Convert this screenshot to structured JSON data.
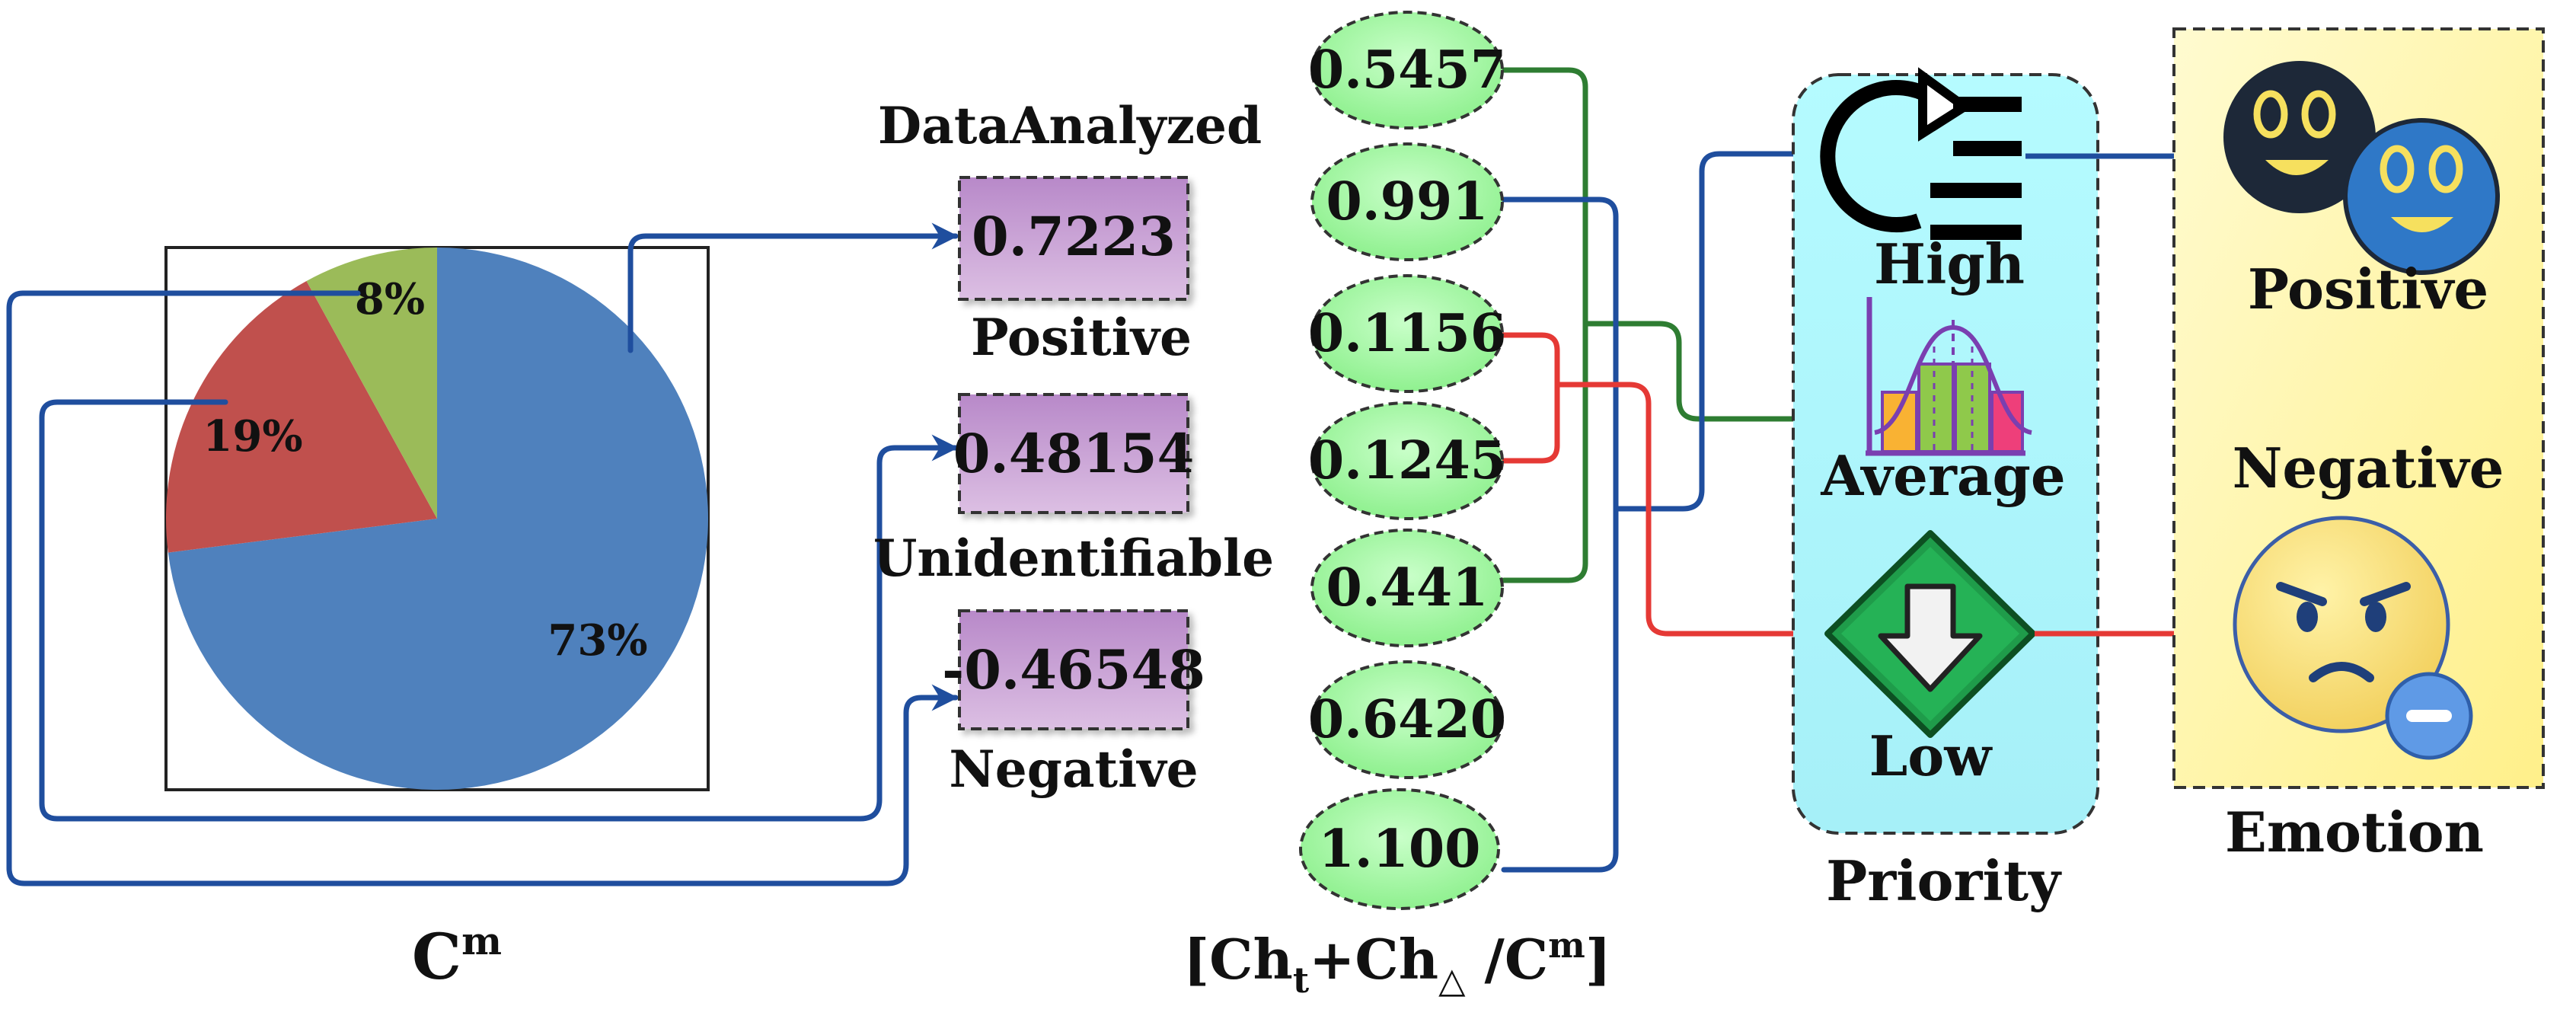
{
  "pie": {
    "caption": "C",
    "caption_sup": "m",
    "slices": [
      {
        "label": "73%",
        "value": 73,
        "color": "#4f81bd"
      },
      {
        "label": "19%",
        "value": 19,
        "color": "#c0504d"
      },
      {
        "label": "8%",
        "value": 8,
        "color": "#9bbb59"
      }
    ]
  },
  "data_analyzed": {
    "title": "DataAnalyzed",
    "boxes": [
      {
        "value": "0.7223",
        "label": "Positive"
      },
      {
        "value": "0.48154",
        "label": "Unidentifiable"
      },
      {
        "value": "-0.46548",
        "label": "Negative"
      }
    ]
  },
  "values": {
    "items": [
      "0.5457",
      "0.991",
      "0.1156",
      "0.1245",
      "0.441",
      "0.6420",
      "1.100"
    ],
    "caption_parts": {
      "open": "[Ch",
      "sub1": "t",
      "plus": "+Ch",
      "sub2": "△",
      "slash": " /C",
      "sup": "m",
      "close": "]"
    }
  },
  "priority": {
    "title": "Priority",
    "levels": [
      "High",
      "Average",
      "Low"
    ]
  },
  "emotion": {
    "title": "Emotion",
    "labels": [
      "Positive",
      "Negative"
    ]
  },
  "colors": {
    "blue_line": "#1f4e9e",
    "green_line": "#2e7d32",
    "red_line": "#e53935",
    "ellipse": "#9ef59e",
    "box": "#c59ed1",
    "priority_bg": "#aef6fb",
    "emotion_bg": "#fff6a8"
  }
}
